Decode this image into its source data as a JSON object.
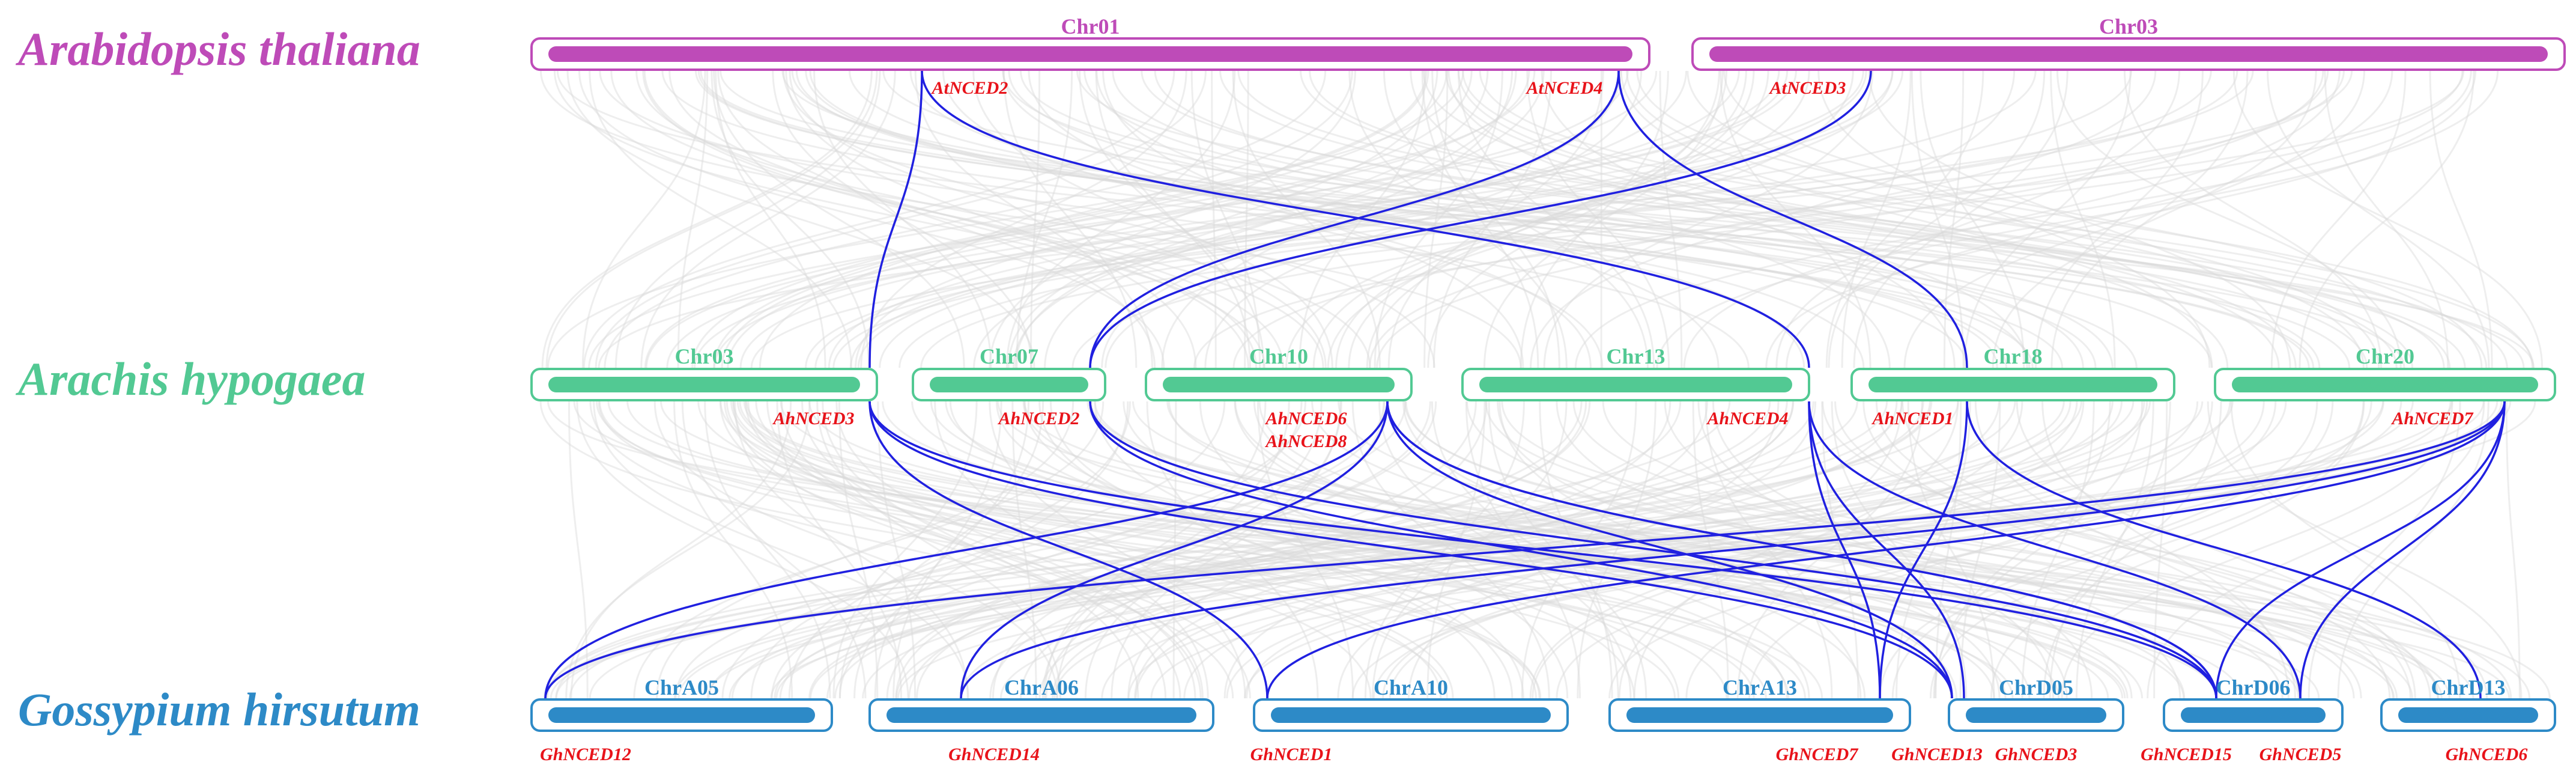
{
  "colors": {
    "thaliana": "#be4bb8",
    "hypogaea": "#52c993",
    "hirsutum": "#2d8ac7",
    "gene_label": "#e8131a",
    "link": "#2020e0",
    "background_link": "#d9d9d9"
  },
  "species": [
    {
      "id": "thaliana",
      "name": "Arabidopsis thaliana"
    },
    {
      "id": "hypogaea",
      "name": "Arachis hypogaea"
    },
    {
      "id": "hirsutum",
      "name": "Gossypium hirsutum"
    }
  ],
  "chromosomes": {
    "thaliana": [
      "Chr01",
      "Chr03"
    ],
    "hypogaea": [
      "Chr03",
      "Chr07",
      "Chr10",
      "Chr13",
      "Chr18",
      "Chr20"
    ],
    "hirsutum": [
      "ChrA05",
      "ChrA06",
      "ChrA10",
      "ChrA13",
      "ChrD05",
      "ChrD06",
      "ChrD13"
    ]
  },
  "genes": {
    "thaliana": [
      "AtNCED2",
      "AtNCED4",
      "AtNCED3"
    ],
    "hypogaea": [
      "AhNCED3",
      "AhNCED2",
      "AhNCED6",
      "AhNCED8",
      "AhNCED4",
      "AhNCED1",
      "AhNCED7"
    ],
    "hirsutum": [
      "GhNCED12",
      "GhNCED14",
      "GhNCED1",
      "GhNCED7",
      "GhNCED13",
      "GhNCED3",
      "GhNCED15",
      "GhNCED5",
      "GhNCED6"
    ]
  },
  "collinear_pairs": {
    "thaliana_hypogaea": 5,
    "hypogaea_hirsutum": 20
  }
}
